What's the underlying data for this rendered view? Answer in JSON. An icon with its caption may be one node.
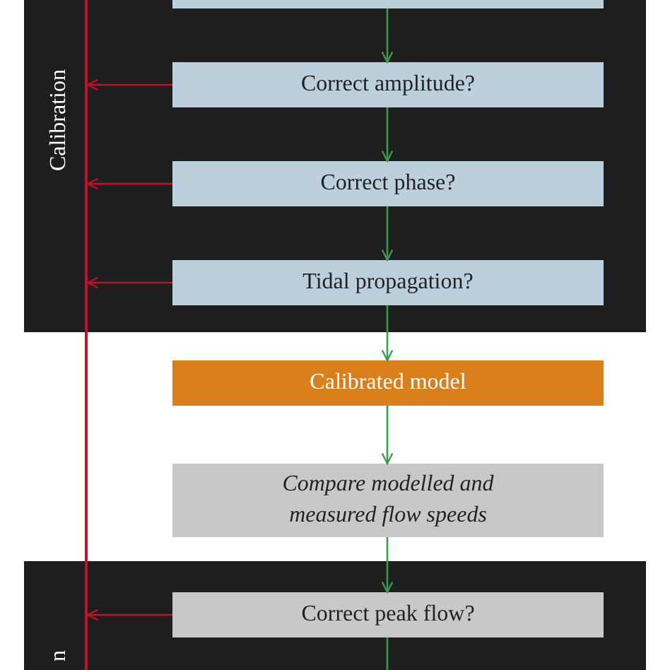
{
  "diagram": {
    "nodes": [
      {
        "text": [
          "Calibration"
        ]
      },
      {
        "text": [],
        "shape": "box",
        "in": 0
      },
      {
        "text": [
          "Correct amplitude?"
        ],
        "in": 0
      },
      {
        "text": [
          "Correct phase?"
        ],
        "in": 0
      },
      {
        "text": [
          "Tidal propagation?"
        ],
        "in": 0
      },
      {
        "text": [
          "Calibrated model"
        ]
      },
      {
        "text": [
          "Compare modelled and measured flow speeds"
        ]
      },
      {
        "text": [
          "n"
        ]
      },
      {
        "text": [
          "Correct peak flow?"
        ],
        "in": 7
      },
      {
        "text": [],
        "shape": "bar"
      }
    ],
    "edges": [
      {
        "from": 1,
        "to": 2,
        "arrow": "to"
      },
      {
        "from": 2,
        "to": 3,
        "arrow": "to"
      },
      {
        "from": 3,
        "to": 4,
        "arrow": "to"
      },
      {
        "from": 4,
        "to": 5,
        "arrow": "to"
      },
      {
        "from": 5,
        "to": 6,
        "arrow": "to"
      },
      {
        "from": 6,
        "to": 8,
        "arrow": "to"
      },
      {
        "from": 8,
        "to": null,
        "arrow": "none"
      },
      {
        "from": 2,
        "to": 9,
        "arrow": "to",
        "color": "#c0102a"
      },
      {
        "from": 3,
        "to": 9,
        "arrow": "to",
        "color": "#c0102a"
      },
      {
        "from": 4,
        "to": 9,
        "arrow": "to",
        "color": "#c0102a"
      },
      {
        "from": 8,
        "to": 9,
        "arrow": "to",
        "color": "#c0102a"
      }
    ]
  }
}
